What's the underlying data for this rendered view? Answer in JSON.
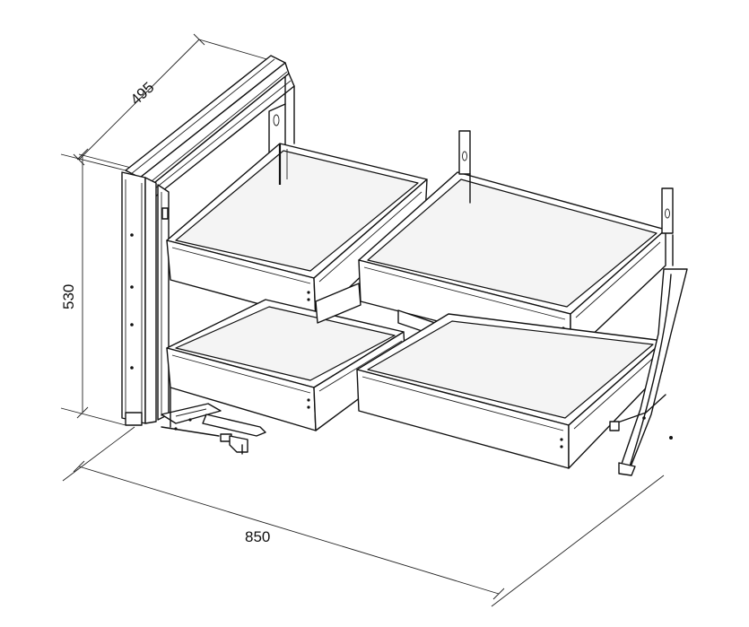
{
  "dimensions": {
    "depth": "495",
    "height": "530",
    "width": "850"
  }
}
